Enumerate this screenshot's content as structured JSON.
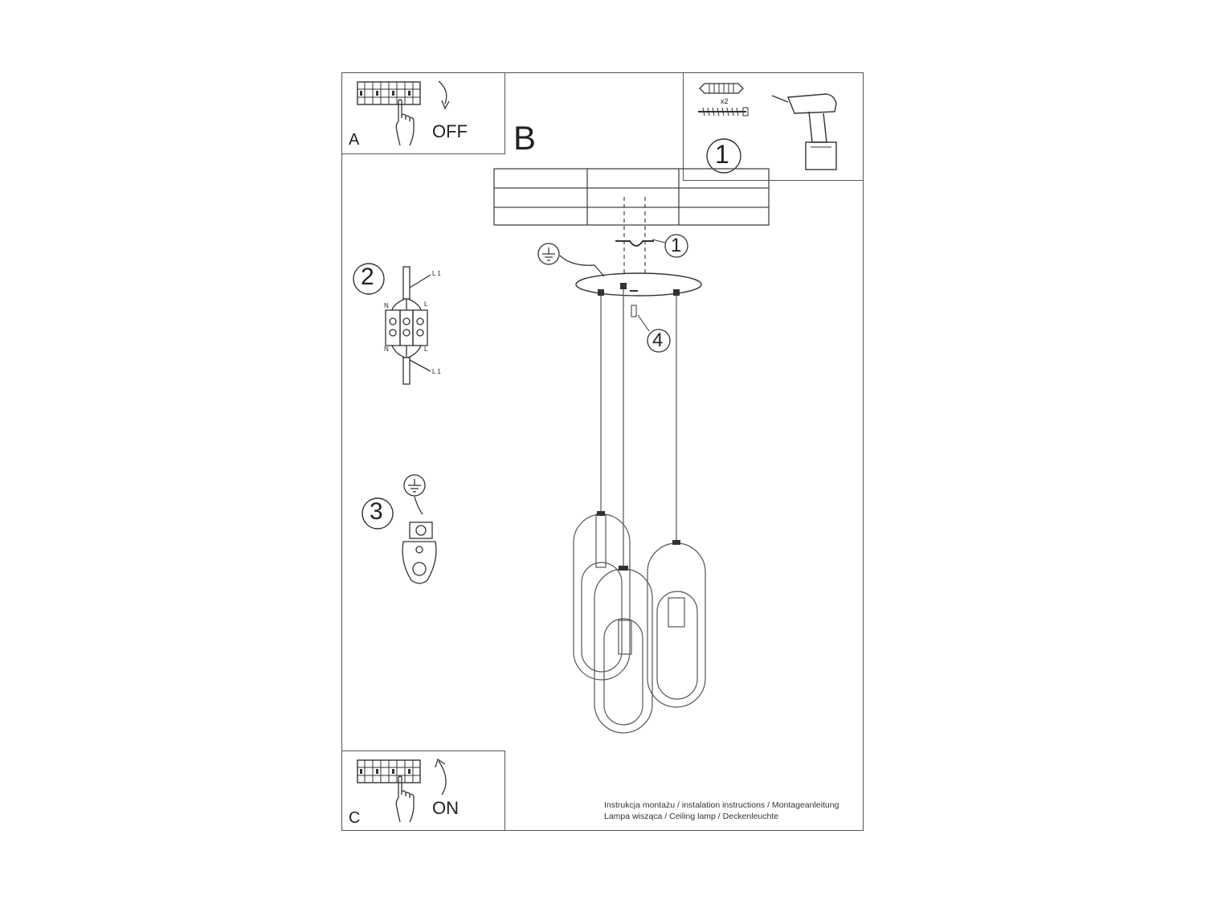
{
  "panels": {
    "a": {
      "letter": "A",
      "action": "OFF"
    },
    "b": {
      "letter": "B"
    },
    "c": {
      "letter": "C",
      "action": "ON"
    }
  },
  "tools": {
    "step": "1",
    "quantity": "x2"
  },
  "callouts": {
    "anchor_step": "1",
    "wiring_step": "2",
    "ground_step": "3",
    "screw_step": "4"
  },
  "wiring": {
    "l1_top": "L 1",
    "l1_bottom": "L 1",
    "n_top": "N",
    "n_bottom": "N",
    "l_top": "L",
    "l_bottom": "L"
  },
  "footer": {
    "line1": "Instrukcja montażu / instalation instructions / Montageanleitung",
    "line2": "Lampa wisząca / Ceiling lamp / Deckenleuchte"
  }
}
